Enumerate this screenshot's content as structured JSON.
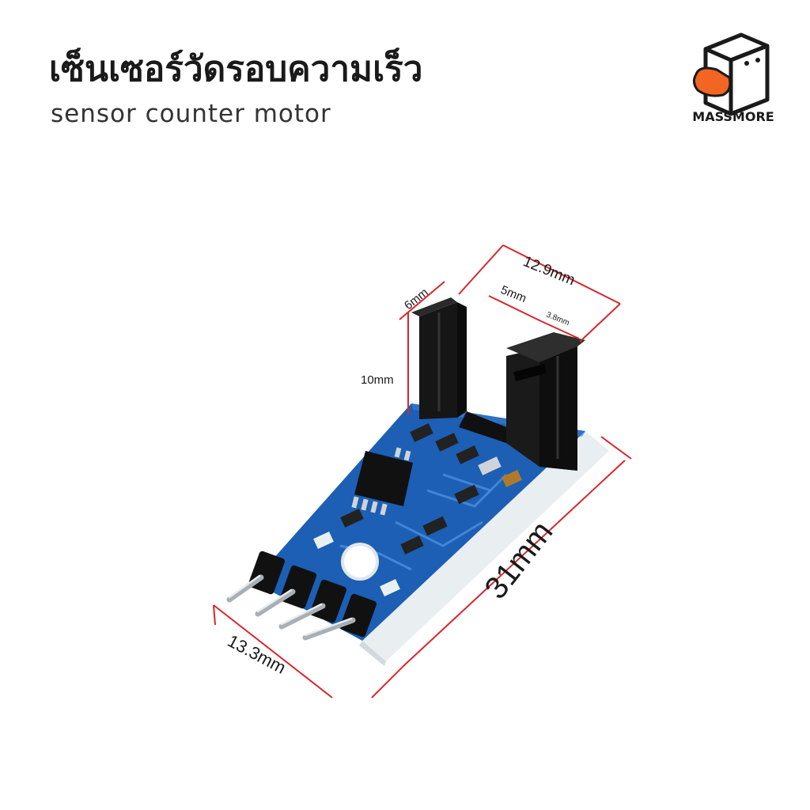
{
  "header": {
    "title": "เซ็นเซอร์วัดรอบความเร็ว",
    "subtitle": "sensor counter motor"
  },
  "brand": {
    "name": "MASSMORE",
    "accent": "#f26522"
  },
  "dimensions": {
    "top_width": "12.9mm",
    "slot_gap": "5mm",
    "arm_width": "3.8mm",
    "arm_depth": "6mm",
    "height": "10mm",
    "length": "31mm",
    "board_width": "13.3mm"
  },
  "colors": {
    "dimension_line": "#d8262e",
    "pcb": "#1c5fb4",
    "housing": "#151515"
  }
}
